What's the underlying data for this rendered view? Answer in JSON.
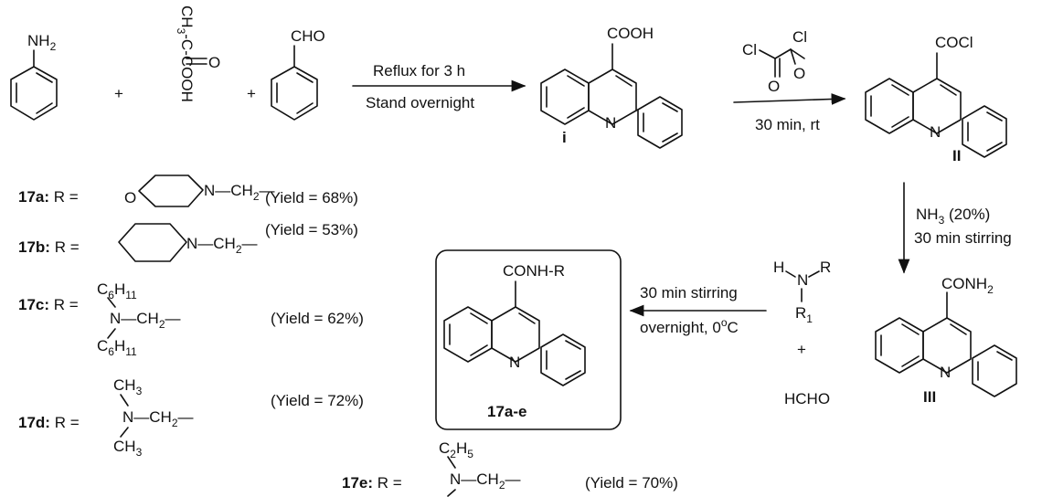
{
  "reagents": {
    "aniline_label": "NH",
    "aniline_sub": "2",
    "pyruvic": [
      "CH",
      "3",
      "-C-COOH",
      "=O"
    ],
    "plus": "+",
    "benzaldehyde_label": "CHO"
  },
  "step1": {
    "top": "Reflux for 3 h",
    "bottom": "Stand overnight"
  },
  "intermediate_i": {
    "group": "COOH",
    "label": "i"
  },
  "oxalyl": {
    "cl1": "Cl",
    "cl2": "Cl",
    "o1": "O",
    "o2": "O"
  },
  "step2": {
    "bottom": "30 min, rt"
  },
  "intermediate_ii": {
    "group": "COCl",
    "label": "II"
  },
  "step3": {
    "line1a": "NH",
    "line1sub": "3",
    "line1b": " (20%)",
    "line2": "30 min stirring"
  },
  "intermediate_iii": {
    "group": "CONH",
    "sub": "2",
    "label": "III"
  },
  "amine": {
    "h": "H",
    "n": "N",
    "r": "R",
    "r1": "R",
    "r1sub": "1",
    "plus": "+",
    "hcho": "HCHO"
  },
  "step4": {
    "top": "30 min stirring",
    "bottom_a": "overnight, 0",
    "bottom_sup": "o",
    "bottom_b": "C"
  },
  "product": {
    "group": "CONH-R",
    "label": "17a-e"
  },
  "compounds": [
    {
      "id": "17a:",
      "r": " R =",
      "yield": "(Yield = 68%)",
      "n": "N",
      "o": "O",
      "tail": "CH",
      "tailsub": "2",
      "dash": "—"
    },
    {
      "id": "17b:",
      "r": " R =",
      "yield": "(Yield = 53%)",
      "n": "N",
      "tail": "CH",
      "tailsub": "2",
      "dash": "—"
    },
    {
      "id": "17c:",
      "r": " R =",
      "yield": "(Yield = 62%)",
      "top": "C",
      "topsub1": "6",
      "topb": "H",
      "topsub2": "11",
      "n": "N",
      "tail": "CH",
      "tailsub": "2",
      "dash": "—"
    },
    {
      "id": "17d:",
      "r": " R =",
      "yield": "(Yield = 72%)",
      "top": "CH",
      "topsub": "3",
      "n": "N",
      "tail": "CH",
      "tailsub": "2",
      "dash": "—"
    },
    {
      "id": "17e:",
      "r": " R =",
      "yield": "(Yield = 70%)",
      "top": "C",
      "topsub1": "2",
      "topb": "H",
      "topsub2": "5",
      "n": "N",
      "tail": "CH",
      "tailsub": "2",
      "dash": "—"
    }
  ]
}
